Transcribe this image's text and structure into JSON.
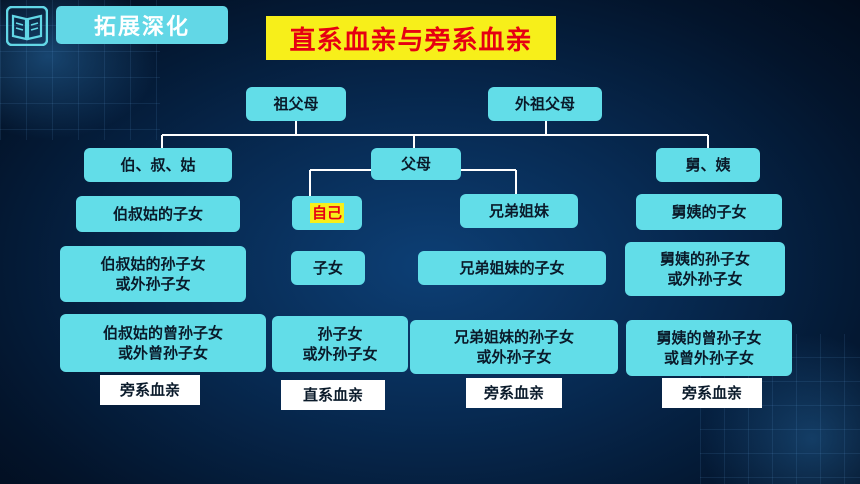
{
  "header": {
    "tab_label": "拓展深化",
    "title": "直系血亲与旁系血亲"
  },
  "icons": {
    "book": "book-open-icon"
  },
  "nodes": {
    "grandparents": "祖父母",
    "maternal_grandparents": "外祖父母",
    "paternal_aunts_uncles": "伯、叔、姑",
    "parents": "父母",
    "maternal_uncles_aunts": "舅、姨",
    "paternal_cousins": "伯叔姑的子女",
    "self": "自己",
    "siblings": "兄弟姐妹",
    "maternal_cousins": "舅姨的子女",
    "paternal_cousins_children": "伯叔姑的孙子女\n或外孙子女",
    "children": "子女",
    "siblings_children": "兄弟姐妹的子女",
    "maternal_cousins_children": "舅姨的孙子女\n或外孙子女",
    "paternal_cousins_grandchildren": "伯叔姑的曾孙子女\n或外曾孙子女",
    "grandchildren": "孙子女\n或外孙子女",
    "siblings_grandchildren": "兄弟姐妹的孙子女\n或外孙子女",
    "maternal_cousins_grandchildren": "舅姨的曾孙子女\n或曾外孙子女"
  },
  "labels": {
    "col1": "旁系血亲",
    "col2": "直系血亲",
    "col3": "旁系血亲",
    "col4": "旁系血亲"
  },
  "colors": {
    "box": "#62dde8",
    "title_bg": "#f7ef1a",
    "title_text": "#e60012",
    "line": "#ffffff"
  }
}
